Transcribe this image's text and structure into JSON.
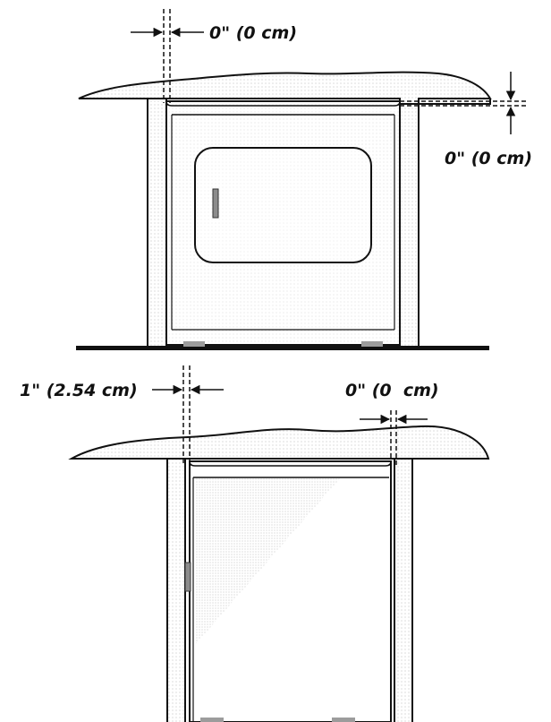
{
  "colors": {
    "ink": "#111111",
    "background": "#ffffff",
    "stipple": "#9a9a9a",
    "door_handle": "#8c8c8c",
    "foot": "#9c9c9c"
  },
  "front_view": {
    "top_clearance_label": "0\" (0 cm)",
    "side_clearance_label": "0\" (0 cm)"
  },
  "side_view": {
    "rear_clearance_label": "1\" (2.54 cm)",
    "front_clearance_label": "0\" (0  cm)"
  }
}
